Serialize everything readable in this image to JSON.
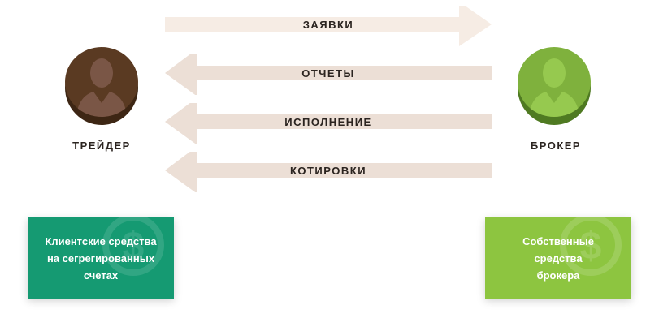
{
  "diagram": {
    "arrows": [
      {
        "label": "ЗАЯВКИ",
        "direction": "right"
      },
      {
        "label": "ОТЧЕТЫ",
        "direction": "left"
      },
      {
        "label": "ИСПОЛНЕНИЕ",
        "direction": "left"
      },
      {
        "label": "КОТИРОВКИ",
        "direction": "left"
      }
    ],
    "trader": {
      "label": "ТРЕЙДЕР",
      "icon": "user-icon",
      "color": "#5a3a22"
    },
    "broker": {
      "label": "БРОКЕР",
      "icon": "user-icon",
      "color": "#7fb13d"
    },
    "client_funds": {
      "text": "Клиентские средства на сегрегированных счетах",
      "icon": "dollar-icon",
      "color": "#159a72"
    },
    "broker_funds": {
      "text": "Собственные средства брокера",
      "icon": "dollar-icon",
      "color": "#8dc540"
    },
    "arrow_color": "#efe0d4"
  }
}
